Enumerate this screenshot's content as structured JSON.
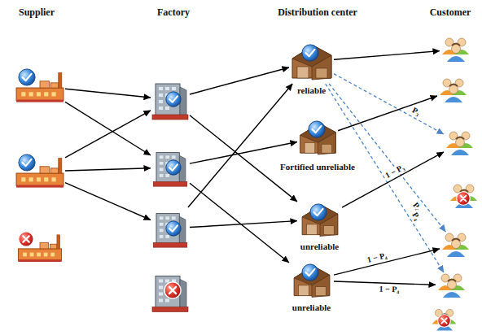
{
  "diagram": {
    "nodes": [
      {
        "text": []
      },
      {
        "text": []
      },
      {
        "text": []
      },
      {
        "text": []
      },
      {
        "text": []
      },
      {
        "text": []
      },
      {
        "text": []
      },
      {
        "text": [
          "reliable"
        ]
      },
      {
        "text": [
          "Fortified unreliable"
        ]
      },
      {
        "text": [
          "unreliable"
        ]
      },
      {
        "text": [
          "unreliable"
        ]
      },
      {
        "text": []
      },
      {
        "text": []
      },
      {
        "text": []
      },
      {
        "text": []
      },
      {
        "text": []
      },
      {
        "text": []
      },
      {
        "text": []
      }
    ],
    "edges": [
      {
        "from": 0,
        "to": 3,
        "arrow": "to"
      },
      {
        "from": 0,
        "to": 4,
        "arrow": "to"
      },
      {
        "from": 1,
        "to": 3,
        "arrow": "to"
      },
      {
        "from": 1,
        "to": 4,
        "arrow": "to"
      },
      {
        "from": 1,
        "to": 5,
        "arrow": "to"
      },
      {
        "from": 3,
        "to": 7,
        "arrow": "to"
      },
      {
        "from": 3,
        "to": 9,
        "arrow": "to"
      },
      {
        "from": 4,
        "to": 8,
        "arrow": "to"
      },
      {
        "from": 4,
        "to": 10,
        "arrow": "to"
      },
      {
        "from": 5,
        "to": 7,
        "arrow": "to"
      },
      {
        "from": 5,
        "to": 9,
        "arrow": "to"
      },
      {
        "from": 7,
        "to": 11,
        "arrow": "to"
      },
      {
        "from": 7,
        "to": 13,
        "label": "P₃",
        "arrow": "to"
      },
      {
        "from": 7,
        "to": 15,
        "label": "P₄",
        "arrow": "to"
      },
      {
        "from": 7,
        "to": 16,
        "label": "P₄",
        "arrow": "to"
      },
      {
        "from": 8,
        "to": 12,
        "arrow": "to"
      },
      {
        "from": 9,
        "to": 13,
        "label": "1 − P₃",
        "arrow": "to"
      },
      {
        "from": 10,
        "to": 15,
        "label": "1 − P₄",
        "arrow": "to"
      },
      {
        "from": 10,
        "to": 16,
        "label": "1 − P₄",
        "arrow": "to"
      }
    ],
    "labels": [
      "Supplier",
      "Factory",
      "Distribution center",
      "Customer"
    ]
  }
}
